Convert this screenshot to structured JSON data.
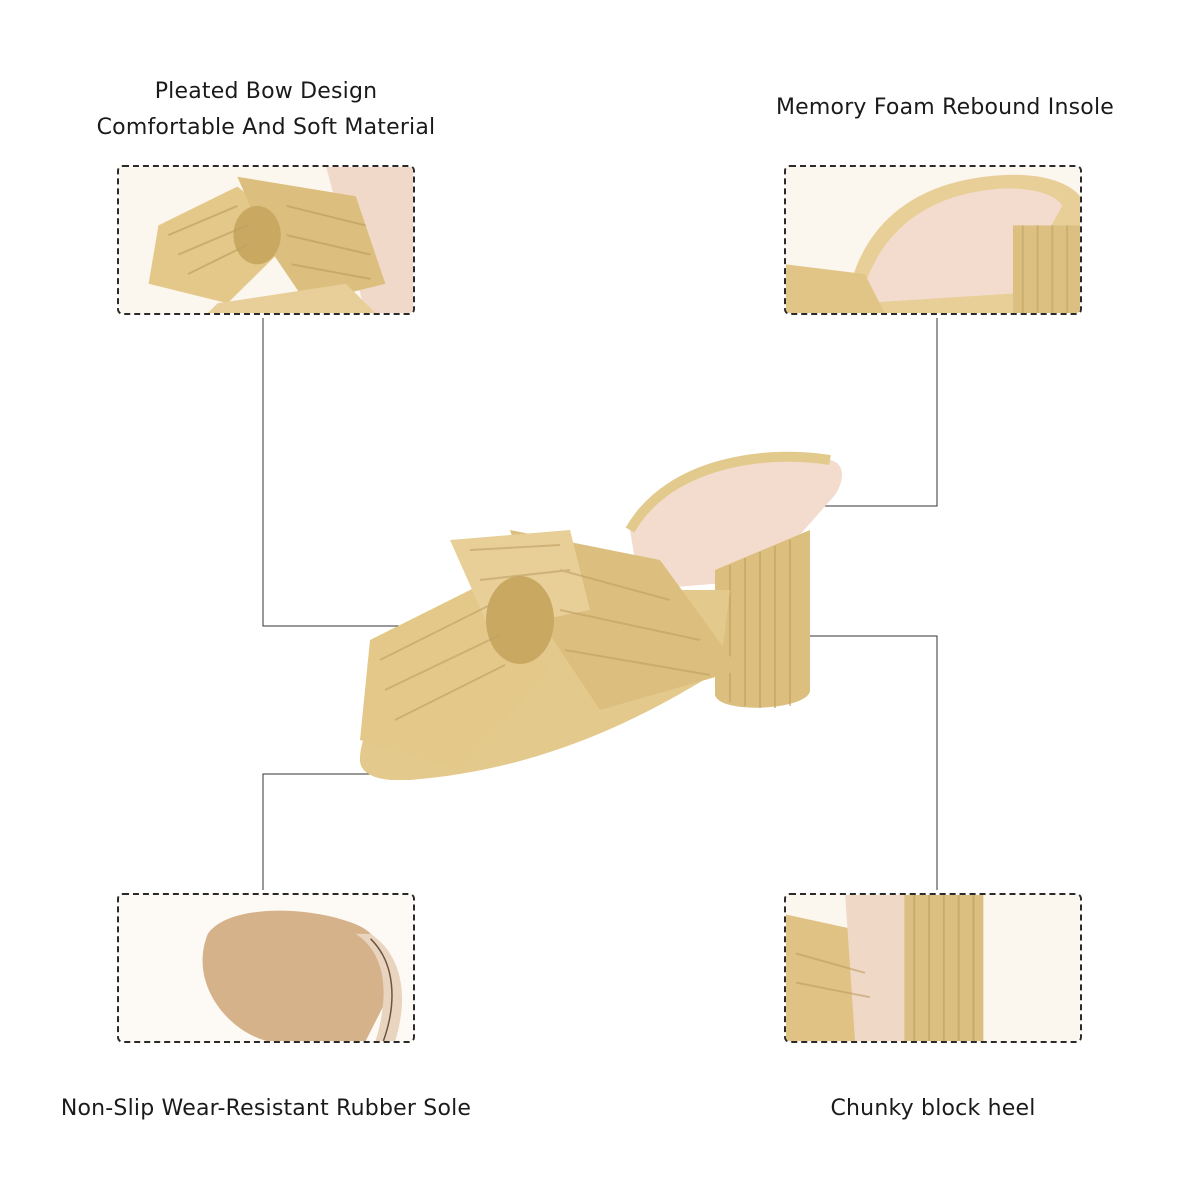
{
  "features": {
    "bow": {
      "line1": "Pleated Bow Design",
      "line2": "Comfortable And Soft Material"
    },
    "insole": {
      "label": "Memory Foam Rebound Insole"
    },
    "sole": {
      "label": "Non-Slip Wear-Resistant Rubber Sole"
    },
    "heel": {
      "label": "Chunky block heel"
    }
  },
  "colors": {
    "gold": "#e2c98c",
    "gold_dark": "#c8a862",
    "insole_pink": "#f3dccd",
    "sole_tan": "#d9b58e",
    "line": "#333333"
  }
}
